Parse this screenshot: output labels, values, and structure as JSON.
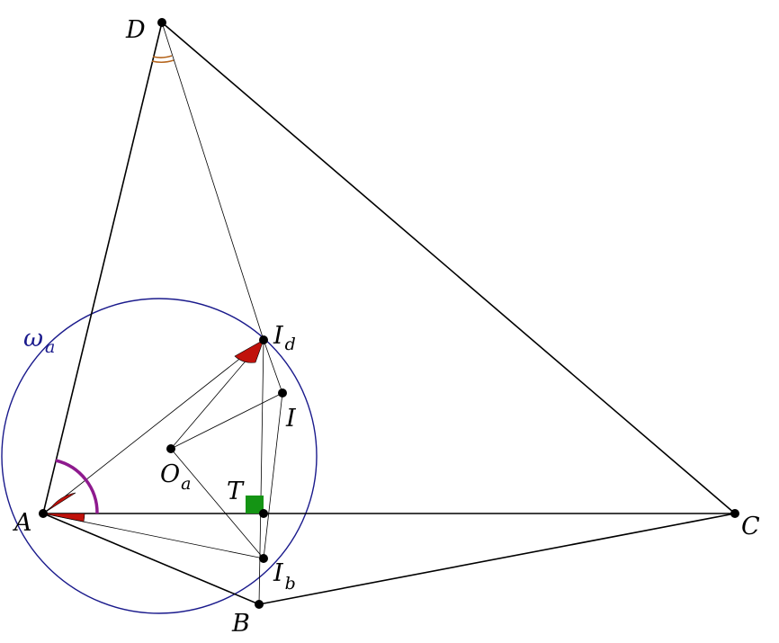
{
  "points": {
    "D": "D",
    "A": "A",
    "B": "B",
    "C": "C",
    "I": "I",
    "T": "T",
    "O_a": {
      "base": "O",
      "sub": "a"
    },
    "I_d": {
      "base": "I",
      "sub": "d"
    },
    "I_b": {
      "base": "I",
      "sub": "b"
    }
  },
  "circle": {
    "base": "ω",
    "sub": "a"
  },
  "colors": {
    "circle": "#1a1a8c",
    "equal_angle_fill": "#c0120c",
    "big_angle_arc": "#8e1a8e",
    "angle_D_arc": "#b5651d",
    "right_angle_mark": "#149414",
    "lines": "#000000"
  }
}
